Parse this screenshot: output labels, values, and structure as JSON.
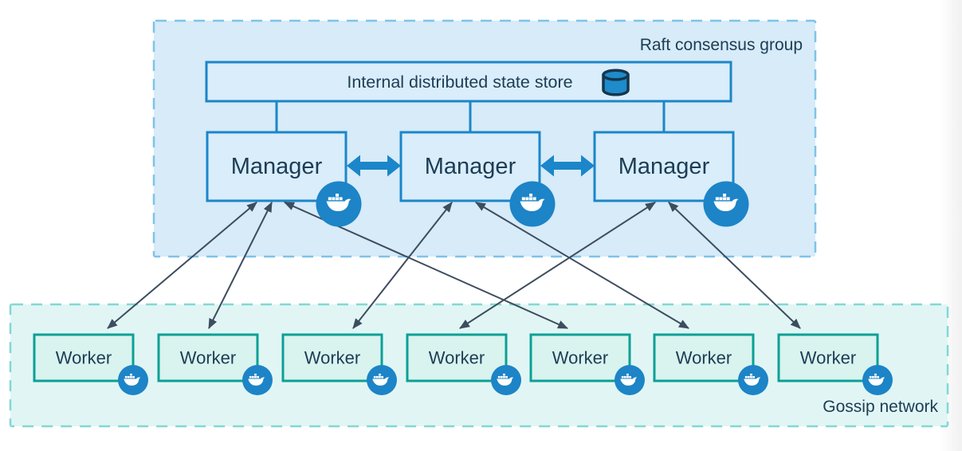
{
  "raft_group": {
    "label": "Raft consensus group",
    "state_store": {
      "label": "Internal distributed state store",
      "icon": "database-icon"
    },
    "managers": [
      {
        "id": "manager-1",
        "label": "Manager",
        "badge": "docker-whale-icon"
      },
      {
        "id": "manager-2",
        "label": "Manager",
        "badge": "docker-whale-icon"
      },
      {
        "id": "manager-3",
        "label": "Manager",
        "badge": "docker-whale-icon"
      }
    ]
  },
  "gossip_network": {
    "label": "Gossip network",
    "workers": [
      {
        "id": "worker-1",
        "label": "Worker",
        "badge": "docker-whale-icon"
      },
      {
        "id": "worker-2",
        "label": "Worker",
        "badge": "docker-whale-icon"
      },
      {
        "id": "worker-3",
        "label": "Worker",
        "badge": "docker-whale-icon"
      },
      {
        "id": "worker-4",
        "label": "Worker",
        "badge": "docker-whale-icon"
      },
      {
        "id": "worker-5",
        "label": "Worker",
        "badge": "docker-whale-icon"
      },
      {
        "id": "worker-6",
        "label": "Worker",
        "badge": "docker-whale-icon"
      },
      {
        "id": "worker-7",
        "label": "Worker",
        "badge": "docker-whale-icon"
      }
    ]
  },
  "connections": {
    "manager_peer_links": [
      {
        "from": "manager-1",
        "to": "manager-2",
        "style": "thick-blue-double-arrow"
      },
      {
        "from": "manager-2",
        "to": "manager-3",
        "style": "thick-blue-double-arrow"
      }
    ],
    "store_links": [
      "manager-1",
      "manager-2",
      "manager-3"
    ],
    "manager_worker_links": [
      {
        "from": "manager-1",
        "to": "worker-1",
        "style": "thin-double-arrow"
      },
      {
        "from": "manager-1",
        "to": "worker-2",
        "style": "thin-double-arrow"
      },
      {
        "from": "manager-1",
        "to": "worker-5",
        "style": "thin-double-arrow"
      },
      {
        "from": "manager-2",
        "to": "worker-3",
        "style": "thin-double-arrow"
      },
      {
        "from": "manager-2",
        "to": "worker-6",
        "style": "thin-double-arrow"
      },
      {
        "from": "manager-3",
        "to": "worker-4",
        "style": "thin-double-arrow"
      },
      {
        "from": "manager-3",
        "to": "worker-7",
        "style": "thin-double-arrow"
      }
    ]
  },
  "colors": {
    "blue_border": "#1b86c9",
    "blue_node_fill": "#d9edfb",
    "raft_bg": "#d7ebf8",
    "raft_dash": "#7ec3e9",
    "teal_border": "#0ba096",
    "worker_fill": "#d9f3ef",
    "gossip_bg": "#e1f6f4",
    "gossip_dash": "#82d8d3",
    "docker_badge_blue": "#1c84c7",
    "text_navy": "#1d3c55",
    "thin_arrow": "#3d4d5f"
  }
}
